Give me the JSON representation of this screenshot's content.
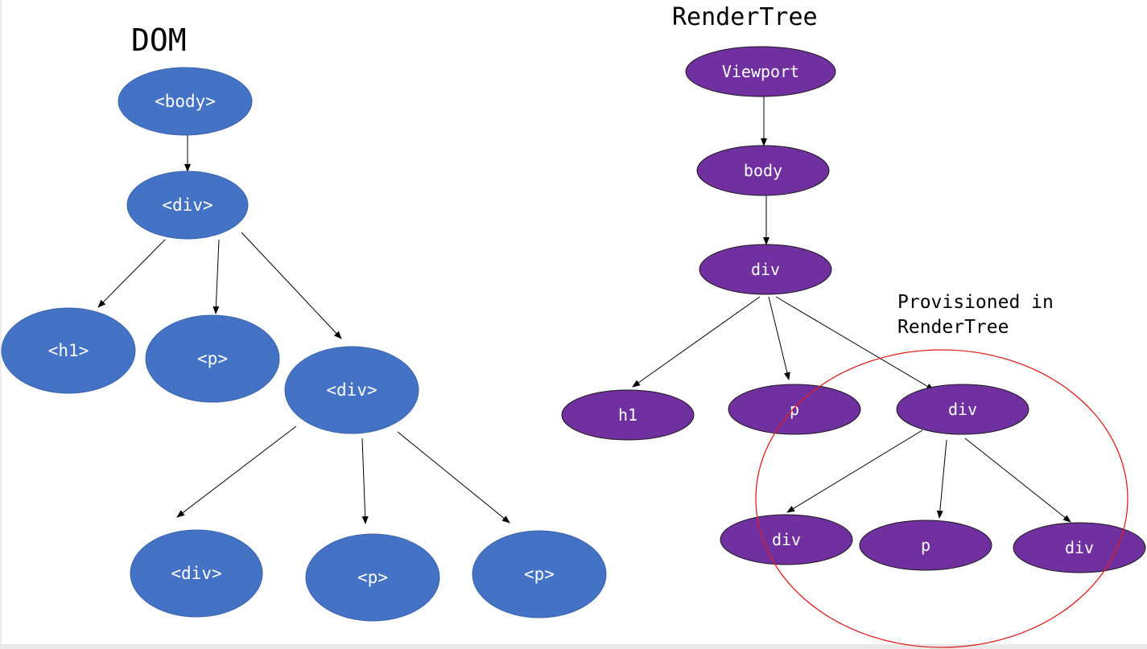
{
  "dom_tree": {
    "title": "DOM",
    "node_color": "#4472c4",
    "nodes": {
      "body": "<body>",
      "div1": "<div>",
      "h1": "<h1>",
      "p1": "<p>",
      "div2": "<div>",
      "div3": "<div>",
      "p2": "<p>",
      "p3": "<p>"
    },
    "edges": [
      [
        "body",
        "div1"
      ],
      [
        "div1",
        "h1"
      ],
      [
        "div1",
        "p1"
      ],
      [
        "div1",
        "div2"
      ],
      [
        "div2",
        "div3"
      ],
      [
        "div2",
        "p2"
      ],
      [
        "div2",
        "p3"
      ]
    ]
  },
  "render_tree": {
    "title": "RenderTree",
    "node_color": "#7030a0",
    "nodes": {
      "viewport": "Viewport",
      "body": "body",
      "div1": "div",
      "h1": "h1",
      "p1": "p",
      "div2": "div",
      "div3": "div",
      "p2": "p",
      "div4": "div"
    },
    "edges": [
      [
        "viewport",
        "body"
      ],
      [
        "body",
        "div1"
      ],
      [
        "div1",
        "h1"
      ],
      [
        "div1",
        "p1"
      ],
      [
        "div1",
        "div2"
      ],
      [
        "div2",
        "div3"
      ],
      [
        "div2",
        "p2"
      ],
      [
        "div2",
        "div4"
      ]
    ],
    "annotation": {
      "text_line1": "Provisioned in",
      "text_line2": "RenderTree",
      "circle_color": "#e02020"
    }
  }
}
